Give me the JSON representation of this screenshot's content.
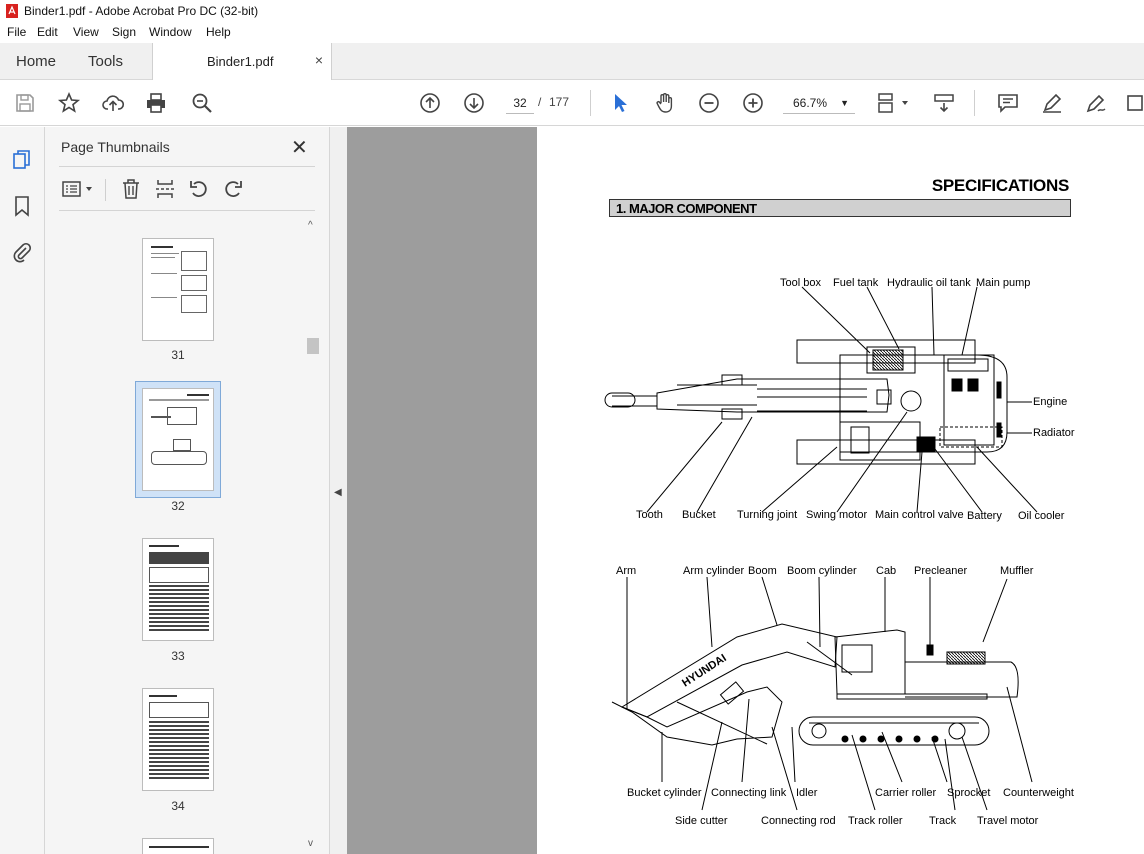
{
  "window": {
    "title": "Binder1.pdf - Adobe Acrobat Pro DC (32-bit)"
  },
  "menu": [
    "File",
    "Edit",
    "View",
    "Sign",
    "Window",
    "Help"
  ],
  "tabs": {
    "home": "Home",
    "tools": "Tools",
    "document": "Binder1.pdf",
    "close_glyph": "×"
  },
  "toolbar": {
    "current_page": "32",
    "separator": "/",
    "total_pages": "177",
    "zoom": "66.7%"
  },
  "thumbnails": {
    "title": "Page Thumbnails",
    "close_glyph": "✕",
    "pages": [
      "31",
      "32",
      "33",
      "34"
    ],
    "selected": "32"
  },
  "document": {
    "heading": "SPECIFICATIONS",
    "section": "1. MAJOR COMPONENT",
    "top_view_labels": {
      "tool_box": "Tool box",
      "fuel_tank": "Fuel tank",
      "hydraulic_oil_tank": "Hydraulic oil tank",
      "main_pump": "Main pump",
      "engine": "Engine",
      "radiator": "Radiator",
      "tooth": "Tooth",
      "bucket": "Bucket",
      "turning_joint": "Turning joint",
      "swing_motor": "Swing motor",
      "main_control_valve": "Main control valve",
      "battery": "Battery",
      "oil_cooler": "Oil cooler"
    },
    "side_view_labels": {
      "arm": "Arm",
      "arm_cylinder": "Arm cylinder",
      "boom": "Boom",
      "boom_cylinder": "Boom cylinder",
      "cab": "Cab",
      "precleaner": "Precleaner",
      "muffler": "Muffler",
      "bucket_cylinder": "Bucket cylinder",
      "connecting_link": "Connecting link",
      "idler": "Idler",
      "carrier_roller": "Carrier roller",
      "sprocket": "Sprocket",
      "counterweight": "Counterweight",
      "side_cutter": "Side cutter",
      "connecting_rod": "Connecting rod",
      "track_roller": "Track roller",
      "track": "Track",
      "travel_motor": "Travel motor"
    },
    "brand_text": "HYUNDAI"
  }
}
